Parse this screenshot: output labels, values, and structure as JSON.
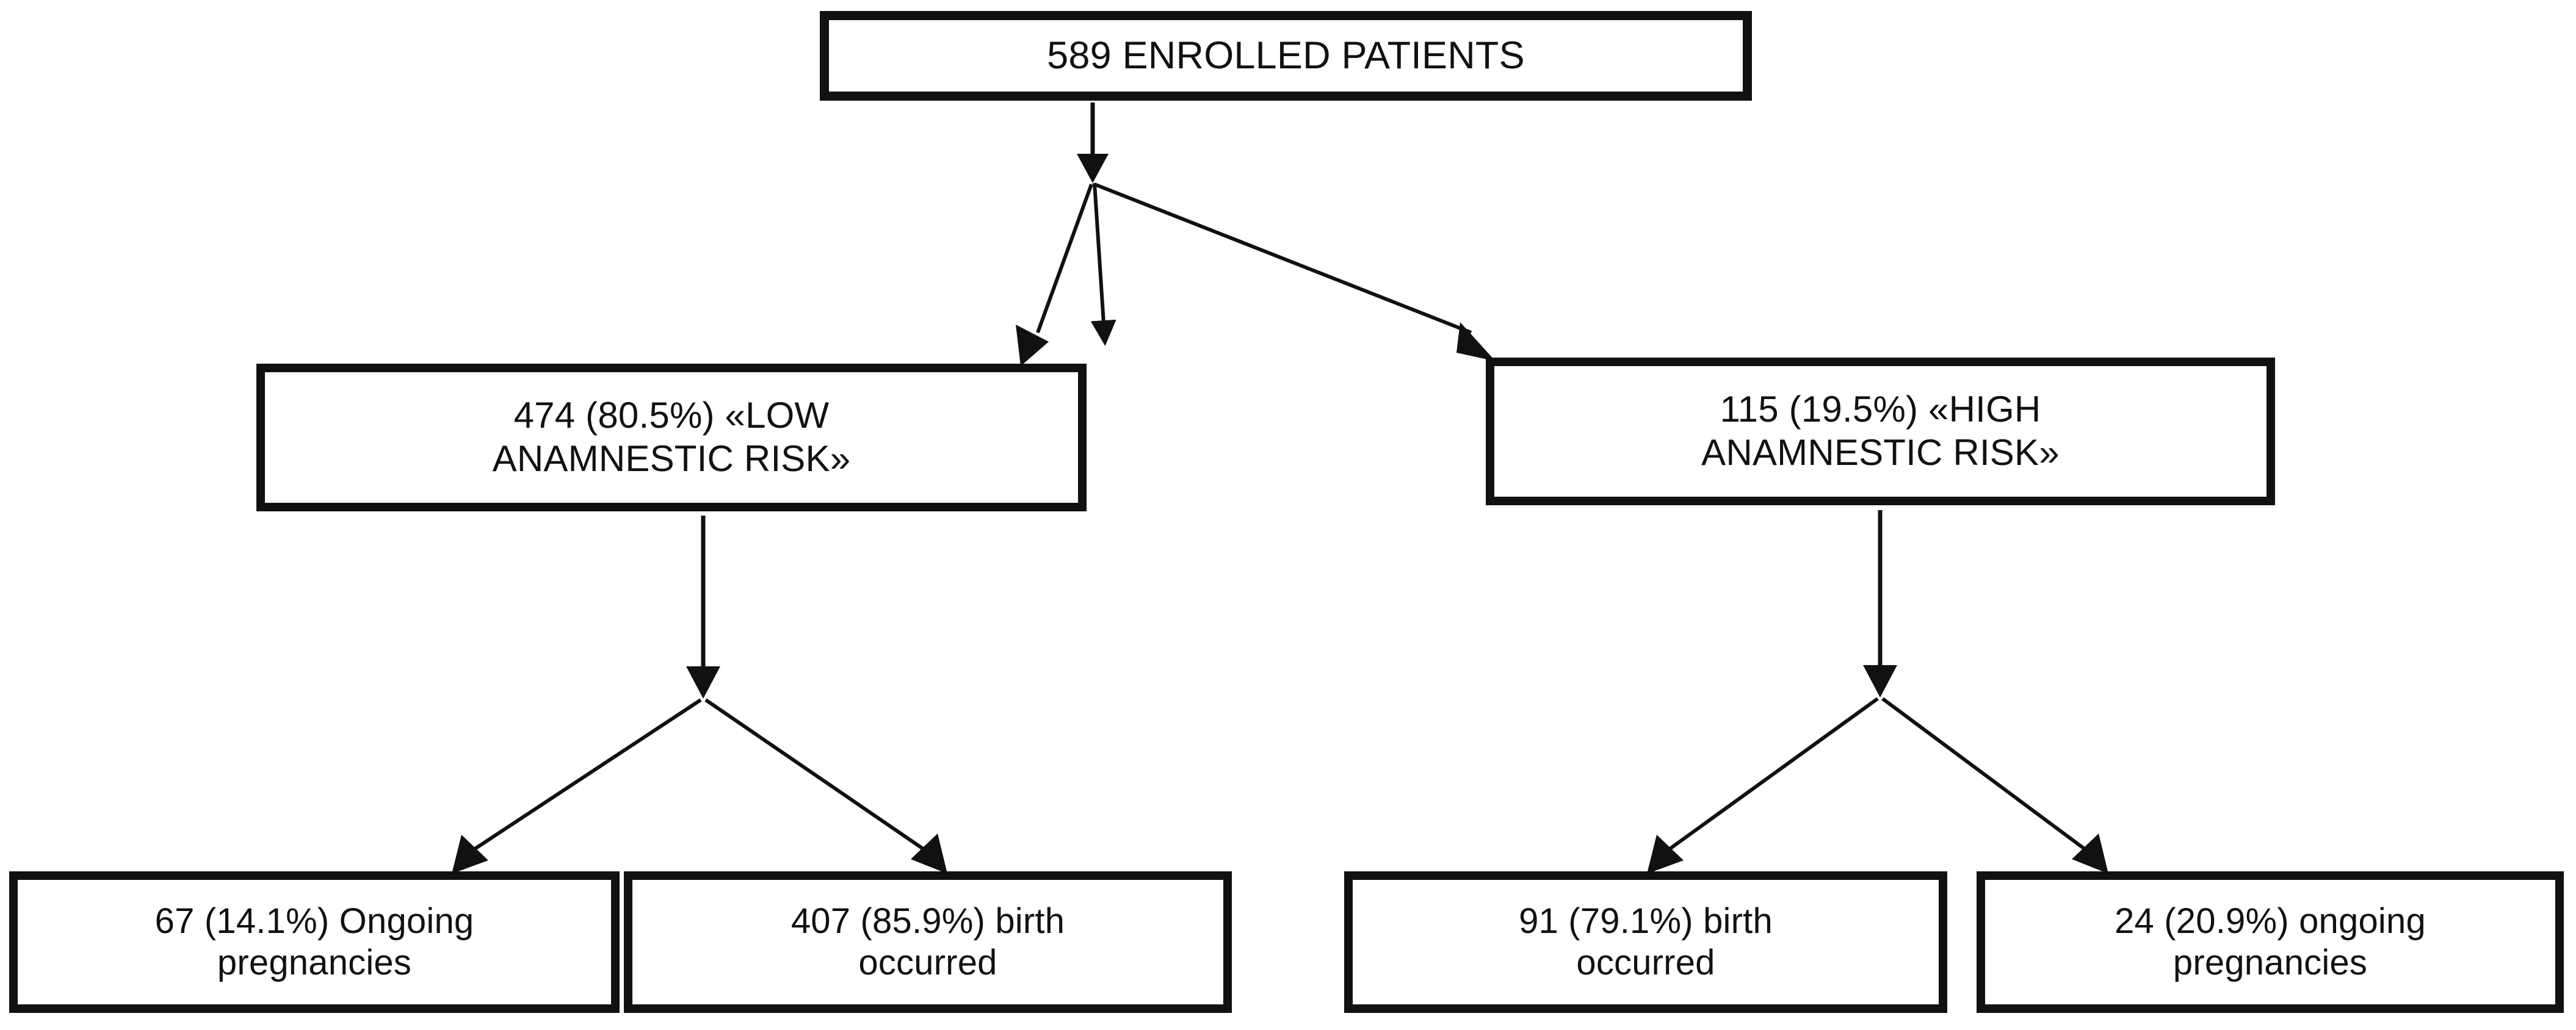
{
  "diagram": {
    "title": "Patient enrollment and pregnancy outcome flowchart",
    "colors": {
      "box_border": "#111111",
      "box_fill": "#ffffff",
      "connector": "#111111",
      "background": "#ffffff"
    },
    "nodes": {
      "root": {
        "label": "589 ENROLLED  PATIENTS",
        "count": 589,
        "percent": null
      },
      "low_risk": {
        "label": "474 (80.5%) «LOW\nANAMNESTIC  RISK»",
        "count": 474,
        "percent": 80.5
      },
      "high_risk": {
        "label": "115 (19.5%) «HIGH\nANAMNESTIC  RISK»",
        "count": 115,
        "percent": 19.5
      },
      "low_ongoing": {
        "label": "67 (14.1%) Ongoing\npregnancies",
        "count": 67,
        "percent": 14.1
      },
      "low_birth": {
        "label": "407 (85.9%) birth\noccurred",
        "count": 407,
        "percent": 85.9
      },
      "high_birth": {
        "label": "91 (79.1%) birth\noccurred",
        "count": 91,
        "percent": 79.1
      },
      "high_ongoing": {
        "label": "24 (20.9%) ongoing\npregnancies",
        "count": 24,
        "percent": 20.9
      }
    },
    "edges": [
      {
        "from": "root",
        "to": "low_risk"
      },
      {
        "from": "root",
        "to": "high_risk"
      },
      {
        "from": "low_risk",
        "to": "low_ongoing"
      },
      {
        "from": "low_risk",
        "to": "low_birth"
      },
      {
        "from": "high_risk",
        "to": "high_birth"
      },
      {
        "from": "high_risk",
        "to": "high_ongoing"
      }
    ]
  }
}
